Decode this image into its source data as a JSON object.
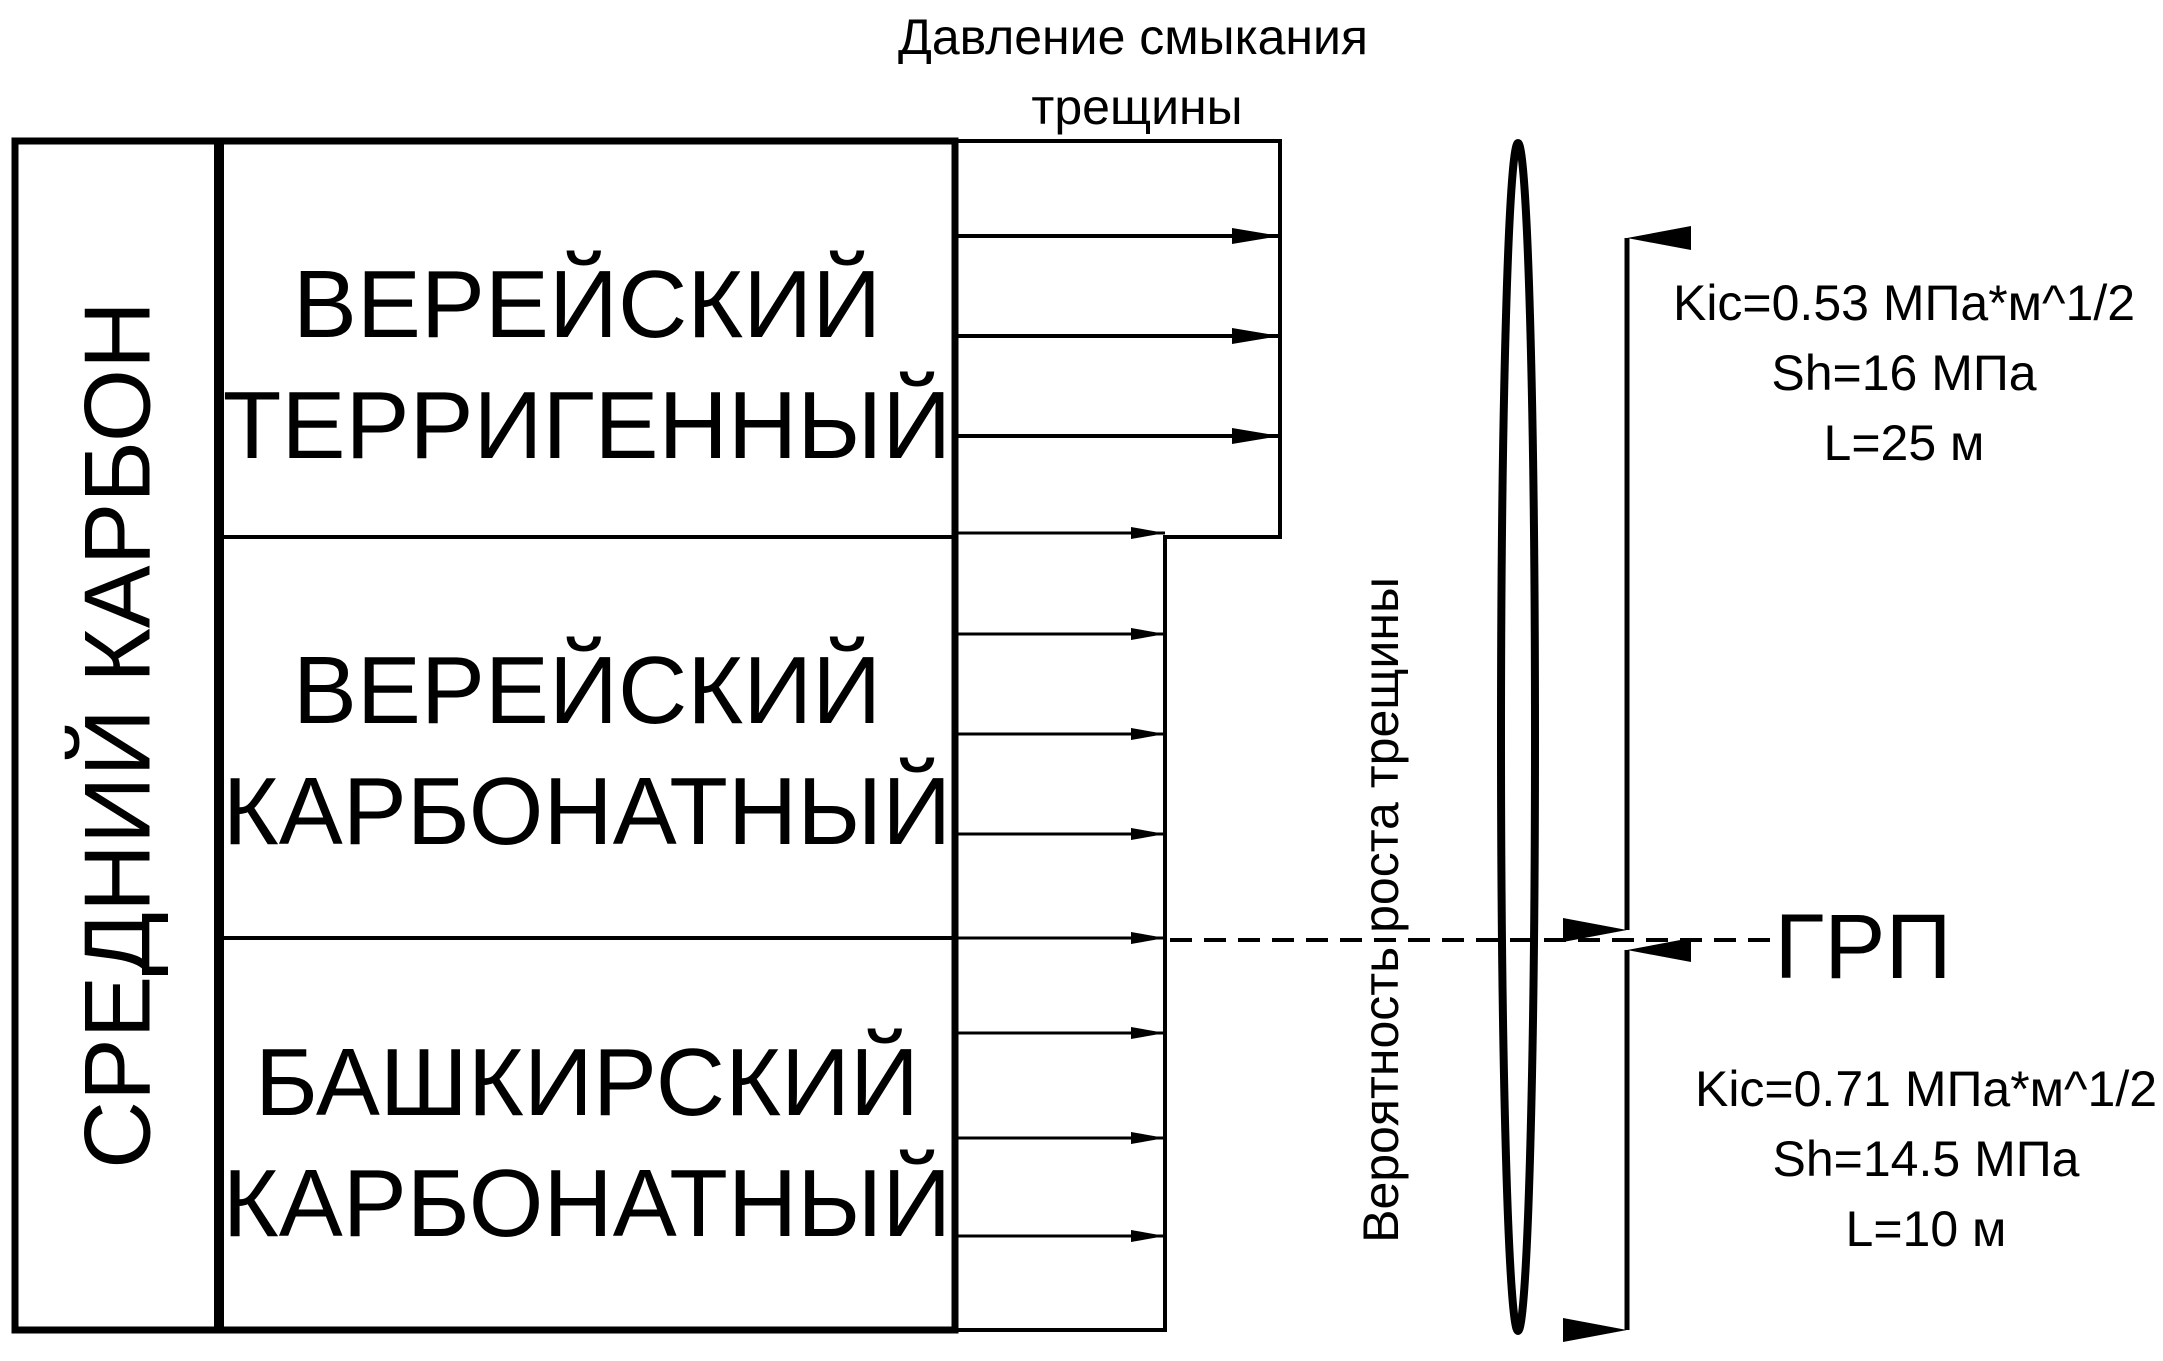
{
  "diagram": {
    "period_label": "СРЕДНИЙ КАРБОН",
    "layers": [
      {
        "line1": "ВЕРЕЙСКИЙ",
        "line2": "ТЕРРИГЕННЫЙ"
      },
      {
        "line1": "ВЕРЕЙСКИЙ",
        "line2": "КАРБОНАТНЫЙ"
      },
      {
        "line1": "БАШКИРСКИЙ",
        "line2": "КАРБОНАТНЫЙ"
      }
    ],
    "closure_pressure_label": {
      "line1": "Давление смыкания",
      "line2": "трещины"
    },
    "growth_probability_label": "Вероятность роста трещины",
    "frac_label": "ГРП",
    "upper_params": {
      "kic": "Kic=0.53 МПа*м^1/2",
      "sh": "Sh=16 МПа",
      "l": "L=25 м"
    },
    "lower_params": {
      "kic": "Kic=0.71 МПа*м^1/2",
      "sh": "Sh=14.5 МПа",
      "l": "L=10 м"
    },
    "pressure_profile": {
      "upper_layer_relative_closure": 1.0,
      "middle_layer_relative_closure": 0.645,
      "lower_layer_relative_closure": 0.645
    },
    "colors": {
      "ink": "#000000",
      "background": "#ffffff"
    }
  }
}
